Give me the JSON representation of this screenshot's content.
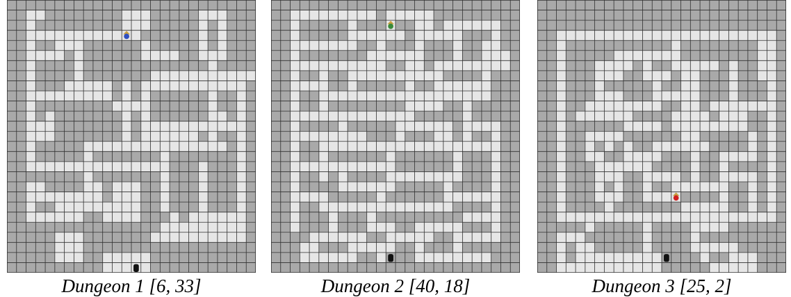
{
  "colors": {
    "wall": "#a9a9a9",
    "floor": "#e6e6e6",
    "grid_line": "#303030",
    "door": "#111111"
  },
  "dungeons": [
    {
      "caption": "Dungeon 1 [6, 33]",
      "hero_icon": "red-blue-knight-icon",
      "exit_icon": "door-icon",
      "hero_cell": [
        12,
        3
      ],
      "exit_cell": [
        13,
        26
      ],
      "cols": 26,
      "rows": 27,
      "floor_rows": [
        "..........................",
        "..XX........XXX.....XXX...",
        "..X.........XXX.....X.X...",
        "..XXXXXXXXXXXX......X.X...",
        "..X..XXX......X.....X.X...",
        "..XXXX.X......XXXX..XXX...",
        "..X....X.............X....",
        "..X....X.......XXXXXXXXXXX.",
        "..X...XXXXX.X.XXXXXXXXXXX.",
        "..XXXXXXXXX.X.X......X..X.",
        "..X........XXXX......X..X.",
        "..X.X.......X.X......XX.X.",
        "..XXX.......X.XXXXXXXXXXX.",
        "..XXX.......X.XXXXXX.X..X.",
        "..X.....XXXXXXXXXXXXXXX.X.",
        "..X.....X.......X.......X.",
        "..XXXXXXXXXXXXXXX...X...X.",
        "........X.......X...X...X.",
        "..XX....XX.XXX..X...X...X.",
        "..XXXXXXXX.XXX..X...X...X.",
        "..X..XXXXXXXXX..X...X...X.",
        "..XXXXXX..XXXX...X.XXXXXX.",
        "................XXXXXXXXX.",
        ".....XXX.......XXXXXXXXXX.",
        ".....XXX..................",
        ".....XXX..XXXXX...........",
        "..........XXXXX..........."
      ]
    },
    {
      "caption": "Dungeon 2 [40, 18]",
      "hero_icon": "green-knight-icon",
      "exit_icon": "door-icon",
      "hero_cell": [
        12,
        2
      ],
      "exit_cell": [
        12,
        25
      ],
      "cols": 26,
      "rows": 27,
      "floor_rows": [
        "..........................",
        "..XXXXXXXXX.XXXXX.........",
        "..X.....X...X..XX.XXXXXX..",
        "..X.....XXXXXX.XXXXX...X..",
        "..XXXXXXX..X...X...X..XX..",
        "..X.......XXXXXX...X..XXX.",
        "..XXXXXXXXXX..XX.XXXXXXXX.",
        "..X..X..XXXXXXXXXX....X...",
        "..XXXX..X.....X..XXXXXX...",
        "..X..XXXXXXXXXXXXXXXXXX...",
        "..X..X........XXXX..X.....",
        "..XXXXXXXXXXXXX.....X.....",
        "..X....X.....XXXXXX.XXXX..",
        "..XXXXXXXX...X...XX.X..X..",
        "..X..XXXXXXXXXXXXXXXXXXX..",
        "..X..X......X......X...X..",
        "..XXXXXXXXXXX......X...X..",
        "..X..X.X....XXXXXXXX...X..",
        "..X....XXXXXX.....X....X..",
        "..XXXX.....X......XXXXXX..",
        "..X..XXXXXXXXXXXXXX....X..",
        "..X...X...X.........XXXX..",
        "..X...X...XXX..XXXXX...X..",
        "....XXXXXX..XXXXX..XXXXX..",
        "...XX...XXXXX..X...X......",
        "...XXXXXX..X...XXXXXXXX...",
        ".........................."
      ]
    },
    {
      "caption": "Dungeon 3 [25, 2]",
      "hero_icon": "red-knight-icon",
      "exit_icon": "door-icon",
      "hero_cell": [
        14,
        19
      ],
      "exit_cell": [
        13,
        25
      ],
      "cols": 26,
      "rows": 27,
      "floor_rows": [
        "..........................",
        "..........................",
        "..........................",
        "..XXXXXXXXXXXXXXXXXXXXXXX.",
        "..X...........X........XX.",
        "..X.....XXXXXXX........XX.",
        "..X...XXXX.X..XXXXX.X..XX.",
        "..X...XXX..XXX.XX...X..XX.",
        "..X...X.....X..XX...X...X.",
        "..X...XXX...XXXXX...X...X.",
        "..X..XXXXXXXX..XX.XXXXXXX.",
        "..X.XXXXXX....XXXX.XXX..X.",
        "..X......XXXX.XXXXXXXX..X.",
        "..X..XXXX......XX.....X.X.",
        "..X..X.X.X..XXXXXX....X.X.",
        "..X..XX..XXXX...X..XXXX.X.",
        "..X...XXXXXX....X..X....X.",
        "..X...XXX..XXXX.X..XXXX.X.",
        "..X...X.X..X..XXXXXX..X.X.",
        "..X...XXX..XXXX....X..X.X.",
        "..X....X.......XXXXX..X.X.",
        "..XXXXXXXXXXXXXXXXXXXXXXX.",
        ".....X.....X....XXXX......",
        "..XXX......X....X.........",
        "..X.XX.....X....XXXXX.....",
        "..X.XXXXXXXXX....X..XXX...",
        "..XXXXXXXXXXX.....XXXXX..."
      ]
    }
  ]
}
